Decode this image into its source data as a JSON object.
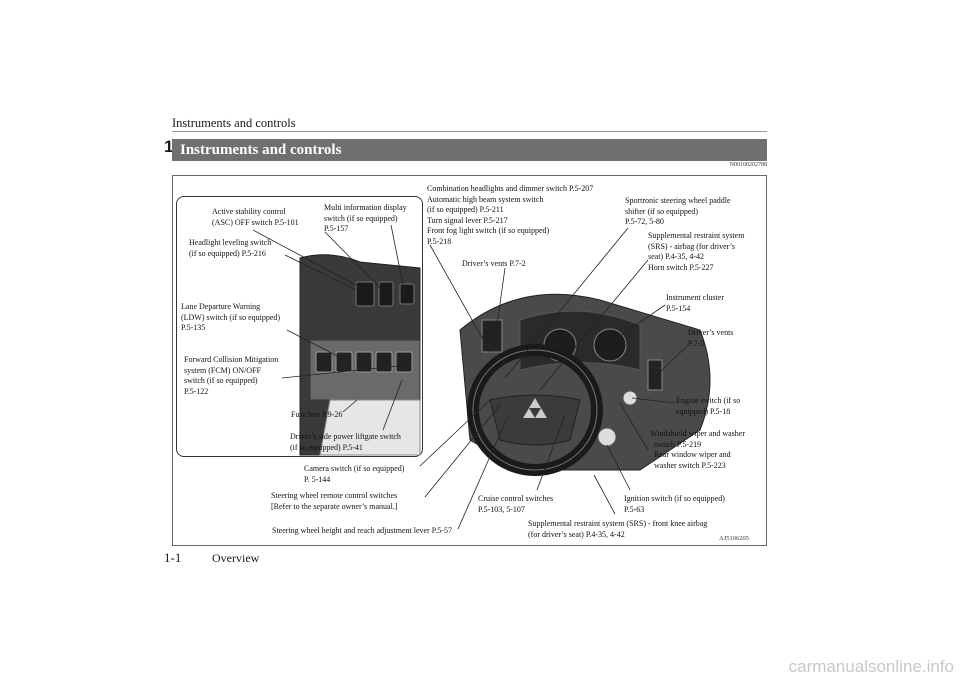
{
  "header": {
    "running_title": "Instruments and controls",
    "chapter_number": "1"
  },
  "section": {
    "title": "Instruments and controls",
    "doc_code": "N00100202788"
  },
  "figure": {
    "code": "AJ5106205",
    "labels": [
      {
        "text": "Active stability control\n(ASC) OFF switch P.5-101"
      },
      {
        "text": "Multi information display\nswitch (if so equipped)\nP.5-157"
      },
      {
        "text": "Headlight leveling switch\n(if so equipped) P.5-216"
      },
      {
        "text": "Lane Departure Warning\n(LDW) switch (if so equipped)\nP.5-135"
      },
      {
        "text": "Forward Collision Mitigation\nsystem (FCM) ON/OFF\nswitch (if so equipped)\nP.5-122"
      },
      {
        "text": "Fuse box P.9-26"
      },
      {
        "text": "Driver’s side power liftgate switch\n(if so equipped) P.5-41"
      },
      {
        "text": "Combination headlights and dimmer switch P.5-207\nAutomatic high beam system switch\n(if so equipped) P.5-211\nTurn signal lever P.5-217\nFront fog light switch (if so equipped)\nP.5-218"
      },
      {
        "text": "Driver’s vents P.7-2"
      },
      {
        "text": "Sportronic steering wheel paddle\nshifter (if so equipped)\nP.5-72, 5-80"
      },
      {
        "text": "Supplemental restraint system\n(SRS) - airbag (for driver’s\nseat) P.4-35, 4-42\nHorn switch P.5-227"
      },
      {
        "text": "Instrument cluster\nP.5-154"
      },
      {
        "text": "Driver’s vents\nP.7-2"
      },
      {
        "text": "Engine switch (if so\nequipped) P.5-18"
      },
      {
        "text": "Windshield wiper and washer\n  switch P.5-219\n  Rear window wiper and\n  washer switch P.5-223"
      },
      {
        "text": "Camera switch (if so equipped)\nP. 5-144"
      },
      {
        "text": "Steering wheel remote control switches\n[Refer to the separate owner’s manual.]"
      },
      {
        "text": "Cruise control switches\nP.5-103, 5-107"
      },
      {
        "text": "Ignition switch (if so equipped)\nP.5-63"
      },
      {
        "text": "Supplemental restraint system (SRS) - front knee airbag\n(for driver’s seat) P.4-35, 4-42"
      },
      {
        "text": "Steering wheel height and reach adjustment lever P.5-57"
      }
    ]
  },
  "footer": {
    "page_number": "1-1",
    "section_name": "Overview"
  },
  "watermark": "carmanualsonline.info"
}
